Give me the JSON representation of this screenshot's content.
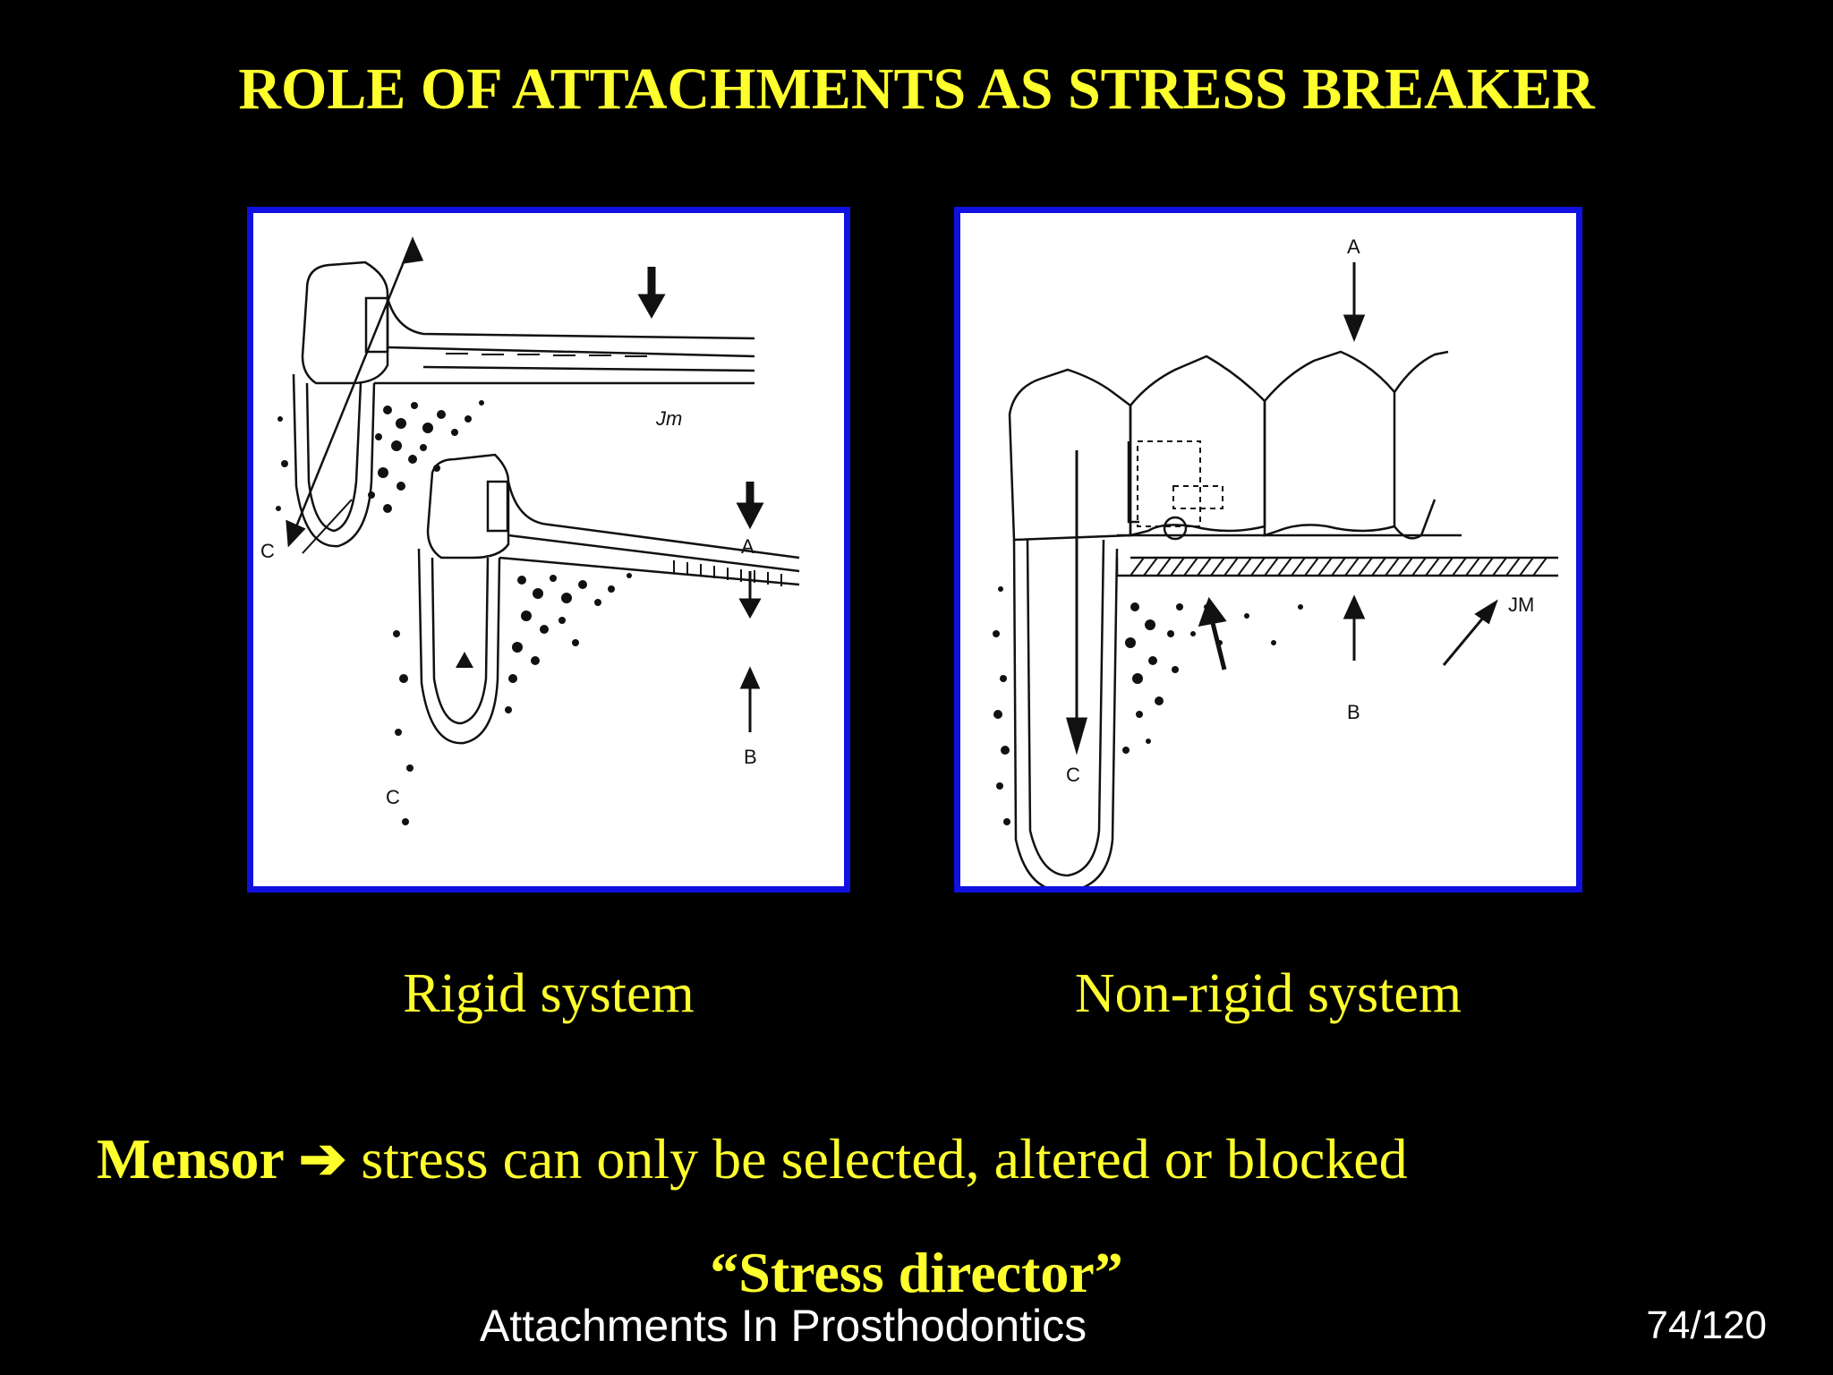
{
  "slide": {
    "title": "ROLE OF ATTACHMENTS AS STRESS BREAKER",
    "figures": [
      {
        "caption": "Rigid system",
        "labels": {
          "a": "A",
          "b": "B",
          "c": "C",
          "signature": "Jm"
        }
      },
      {
        "caption": "Non-rigid system",
        "labels": {
          "a": "A",
          "b": "B",
          "c": "C",
          "signature": "JM"
        }
      }
    ],
    "mensor": {
      "term": "Mensor",
      "arrow": "➔",
      "text": "stress can only be selected, altered or blocked"
    },
    "director": "“Stress director”",
    "footer": "Attachments In Prosthodontics",
    "page_number": "74/120"
  },
  "colors": {
    "background": "#000000",
    "text_yellow": "#ffff2e",
    "figure_border": "#1010e0"
  }
}
